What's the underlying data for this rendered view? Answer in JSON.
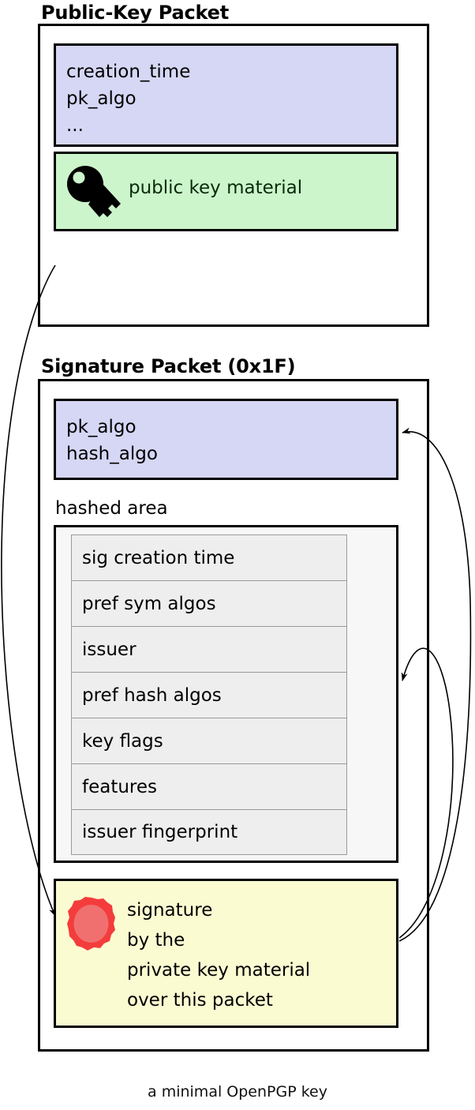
{
  "caption": "a minimal OpenPGP key",
  "colors": {
    "purple_fill": "#d6d6f5",
    "green_fill": "#ccf5cc",
    "yellow_fill": "#fbfbd2",
    "hashed_area_fill": "#f7f7f7",
    "subrow_fill": "#eeeeee",
    "seal_red": "#f43c3c",
    "seal_inner": "#f07070",
    "outline": "#000000"
  },
  "public_key_packet": {
    "title": "Public-Key Packet",
    "header_fields": [
      "creation_time",
      "pk_algo",
      "..."
    ],
    "key_material": {
      "icon": "key-icon",
      "label": "public key material"
    }
  },
  "signature_packet": {
    "title": "Signature Packet (0x1F)",
    "algo_fields": [
      "pk_algo",
      "hash_algo"
    ],
    "hashed_area": {
      "label": "hashed area",
      "subpackets": [
        "sig creation time",
        "pref sym algos",
        "issuer",
        "pref hash algos",
        "key flags",
        "features",
        "issuer fingerprint"
      ]
    },
    "signature": {
      "icon": "wax-seal-icon",
      "lines": [
        "signature",
        "by the",
        "private key material",
        "over this packet"
      ]
    }
  },
  "arrows": [
    {
      "name": "public-key-to-signature-arrow",
      "from": "public-key-packet",
      "to": "signature-block"
    },
    {
      "name": "signature-covers-algo-fields-arrow",
      "from": "signature-block",
      "to": "signature-algo-fields"
    },
    {
      "name": "signature-covers-hashed-area-arrow",
      "from": "signature-block",
      "to": "hashed-area"
    }
  ]
}
